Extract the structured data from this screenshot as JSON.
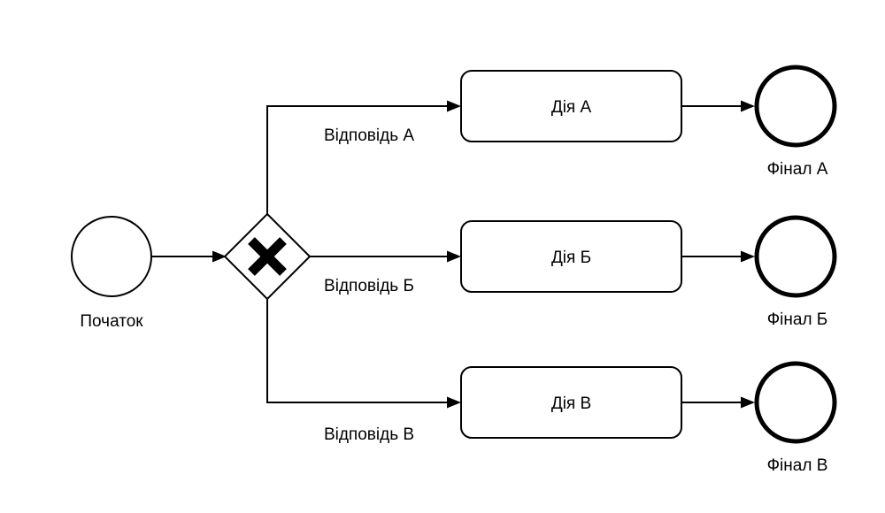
{
  "diagram": {
    "type": "bpmn-process-flow",
    "language": "uk",
    "background_color": "#ffffff",
    "stroke_color": "#000000",
    "start_event": {
      "label": "Початок",
      "shape": "circle-thin"
    },
    "gateway": {
      "label": "",
      "shape": "diamond",
      "marker": "exclusive-x",
      "type": "exclusive"
    },
    "branches": [
      {
        "edge_label": "Відповідь А",
        "task_label": "Дія А",
        "end_label": "Фінал А"
      },
      {
        "edge_label": "Відповідь Б",
        "task_label": "Дія Б",
        "end_label": "Фінал Б"
      },
      {
        "edge_label": "Відповідь В",
        "task_label": "Дія В",
        "end_label": "Фінал В"
      }
    ]
  }
}
